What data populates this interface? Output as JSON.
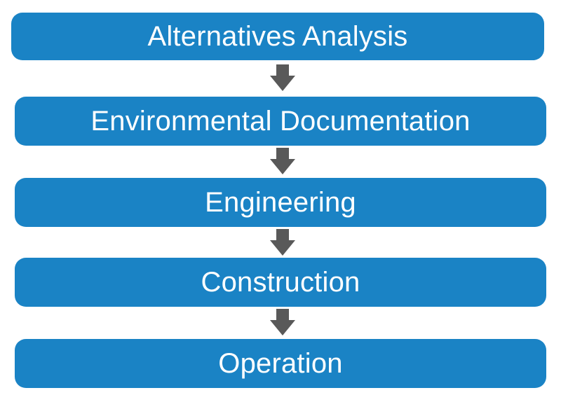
{
  "flow": {
    "steps": [
      {
        "label": "Alternatives Analysis"
      },
      {
        "label": "Environmental Documentation"
      },
      {
        "label": "Engineering"
      },
      {
        "label": "Construction"
      },
      {
        "label": "Operation"
      }
    ]
  },
  "colors": {
    "box": "#1a83c5",
    "text": "#ffffff",
    "arrow": "#595959"
  },
  "icons": {
    "connector": "down-arrow-icon"
  }
}
